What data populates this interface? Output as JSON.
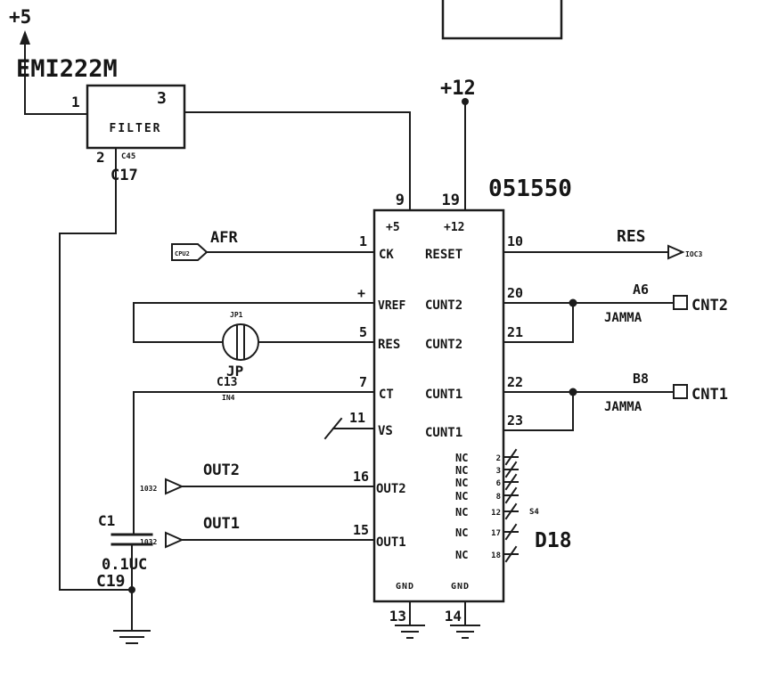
{
  "power": {
    "plus5_top": "+5",
    "plus12_top": "+12"
  },
  "emi_filter": {
    "part": "EMI222M",
    "box_label": "FILTER",
    "pin1": "1",
    "pin2": "2",
    "pin3": "3",
    "cap_ref_small": "C45",
    "cap_ref": "C17"
  },
  "ic": {
    "part": "051550",
    "plus5": "+5",
    "plus12": "+12",
    "pin9": "9",
    "pin19": "19",
    "left_pins": [
      {
        "num": "1",
        "name": "CK"
      },
      {
        "num": "+",
        "name": "VREF"
      },
      {
        "num": "5",
        "name": "RES"
      },
      {
        "num": "7",
        "name": "CT"
      },
      {
        "num": "11",
        "name": "VS"
      },
      {
        "num": "16",
        "name": "OUT2"
      },
      {
        "num": "15",
        "name": "OUT1"
      }
    ],
    "right_pins": [
      {
        "num": "10",
        "name": "RESET"
      },
      {
        "num": "20",
        "name": "CUNT2"
      },
      {
        "num": "21",
        "name": "CUNT2"
      },
      {
        "num": "22",
        "name": "CUNT1"
      },
      {
        "num": "23",
        "name": "CUNT1"
      }
    ],
    "nc_pins": [
      {
        "num": "2",
        "name": "NC"
      },
      {
        "num": "3",
        "name": "NC"
      },
      {
        "num": "6",
        "name": "NC"
      },
      {
        "num": "8",
        "name": "NC"
      },
      {
        "num": "12",
        "name": "NC"
      },
      {
        "num": "17",
        "name": "NC"
      },
      {
        "num": "18",
        "name": "NC"
      }
    ],
    "gnd1": {
      "name": "GND",
      "num": "13"
    },
    "gnd2": {
      "name": "GND",
      "num": "14"
    }
  },
  "nets": {
    "afr": "AFR",
    "res": "RES",
    "out2": "OUT2",
    "out1": "OUT1",
    "a6": "A6",
    "b8": "B8",
    "jamma_top": "JAMMA",
    "jamma_bottom": "JAMMA"
  },
  "connectors": {
    "cpu2": "CPU2",
    "ioc3": "IOC3",
    "io32_top": "1032",
    "io32_bottom": "1032",
    "cnt2": "CNT2",
    "cnt1": "CNT1"
  },
  "jumper": {
    "ref_small": "JP1",
    "label": "JP"
  },
  "parts": {
    "c13": "C13",
    "c13_note": "IN4",
    "c1": "C1",
    "c1_value": "0.1UC",
    "c19": "C19",
    "s4": "S4",
    "d18": "D18"
  }
}
